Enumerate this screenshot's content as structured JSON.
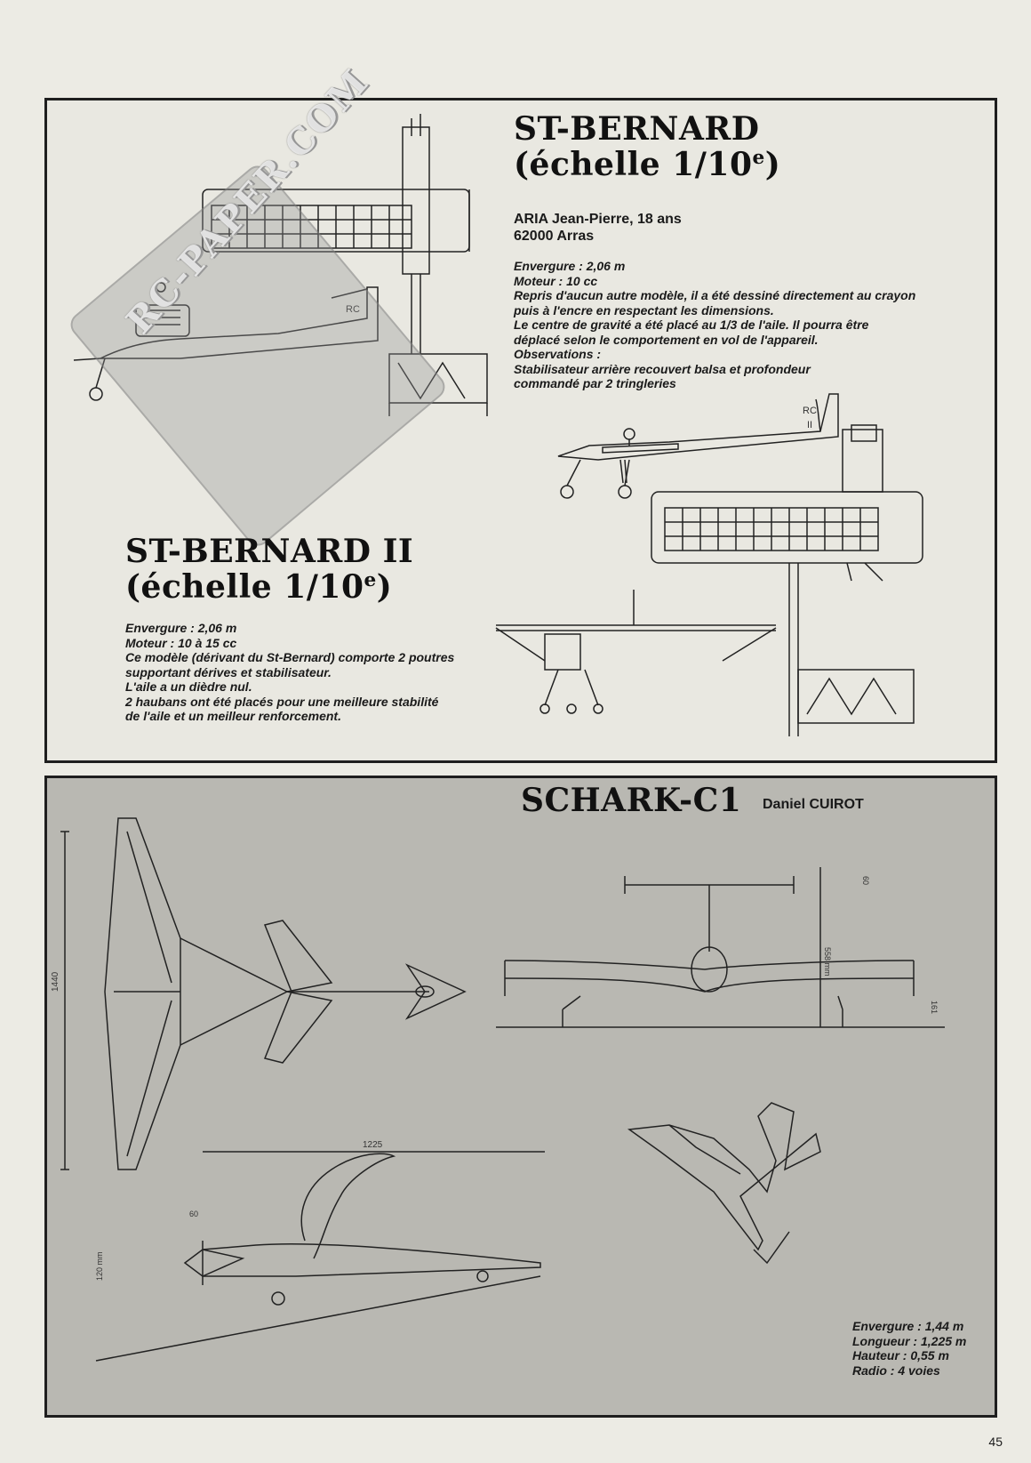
{
  "page": {
    "number": "45",
    "watermark": "RC-PAPER.COM"
  },
  "st_bernard": {
    "title_line1": "ST-BERNARD",
    "title_line2_main": "(échelle 1/10",
    "title_line2_sup": "e",
    "title_line2_end": ")",
    "author": [
      "ARIA Jean-Pierre, 18 ans",
      "62000 Arras"
    ],
    "specs": [
      "Envergure : 2,06 m",
      "Moteur : 10 cc",
      "Repris d'aucun autre modèle, il a été dessiné directement au crayon",
      "puis à l'encre en respectant les dimensions.",
      "Le centre de gravité a été placé au 1/3 de l'aile. Il pourra être",
      "déplacé selon le comportement en vol de l'appareil.",
      "Observations :",
      "Stabilisateur arrière recouvert balsa et profondeur",
      "commandé par 2 tringleries"
    ],
    "drawing_label": "RC"
  },
  "st_bernard_ii": {
    "title_line1": "ST-BERNARD II",
    "title_line2_main": "(échelle 1/10",
    "title_line2_sup": "e",
    "title_line2_end": ")",
    "specs": [
      "Envergure : 2,06 m",
      "Moteur : 10 à 15 cc",
      "Ce modèle (dérivant du St-Bernard) comporte 2 poutres",
      "supportant dérives et stabilisateur.",
      "L'aile a un dièdre nul.",
      "2 haubans ont été placés pour une meilleure stabilité",
      "de l'aile et un meilleur renforcement."
    ],
    "drawing_label_1": "RC",
    "drawing_label_2": "II"
  },
  "schark": {
    "title": "SCHARK-C1",
    "author": "Daniel CUIROT",
    "dims": {
      "span": "1440",
      "length": "1225",
      "d60a": "60",
      "d60b": "60",
      "d558": "558 mm",
      "d161": "161",
      "d120": "120 mm"
    },
    "specs": [
      "Envergure : 1,44 m",
      "Longueur : 1,225 m",
      "Hauteur : 0,55 m",
      "Radio : 4 voies"
    ]
  }
}
